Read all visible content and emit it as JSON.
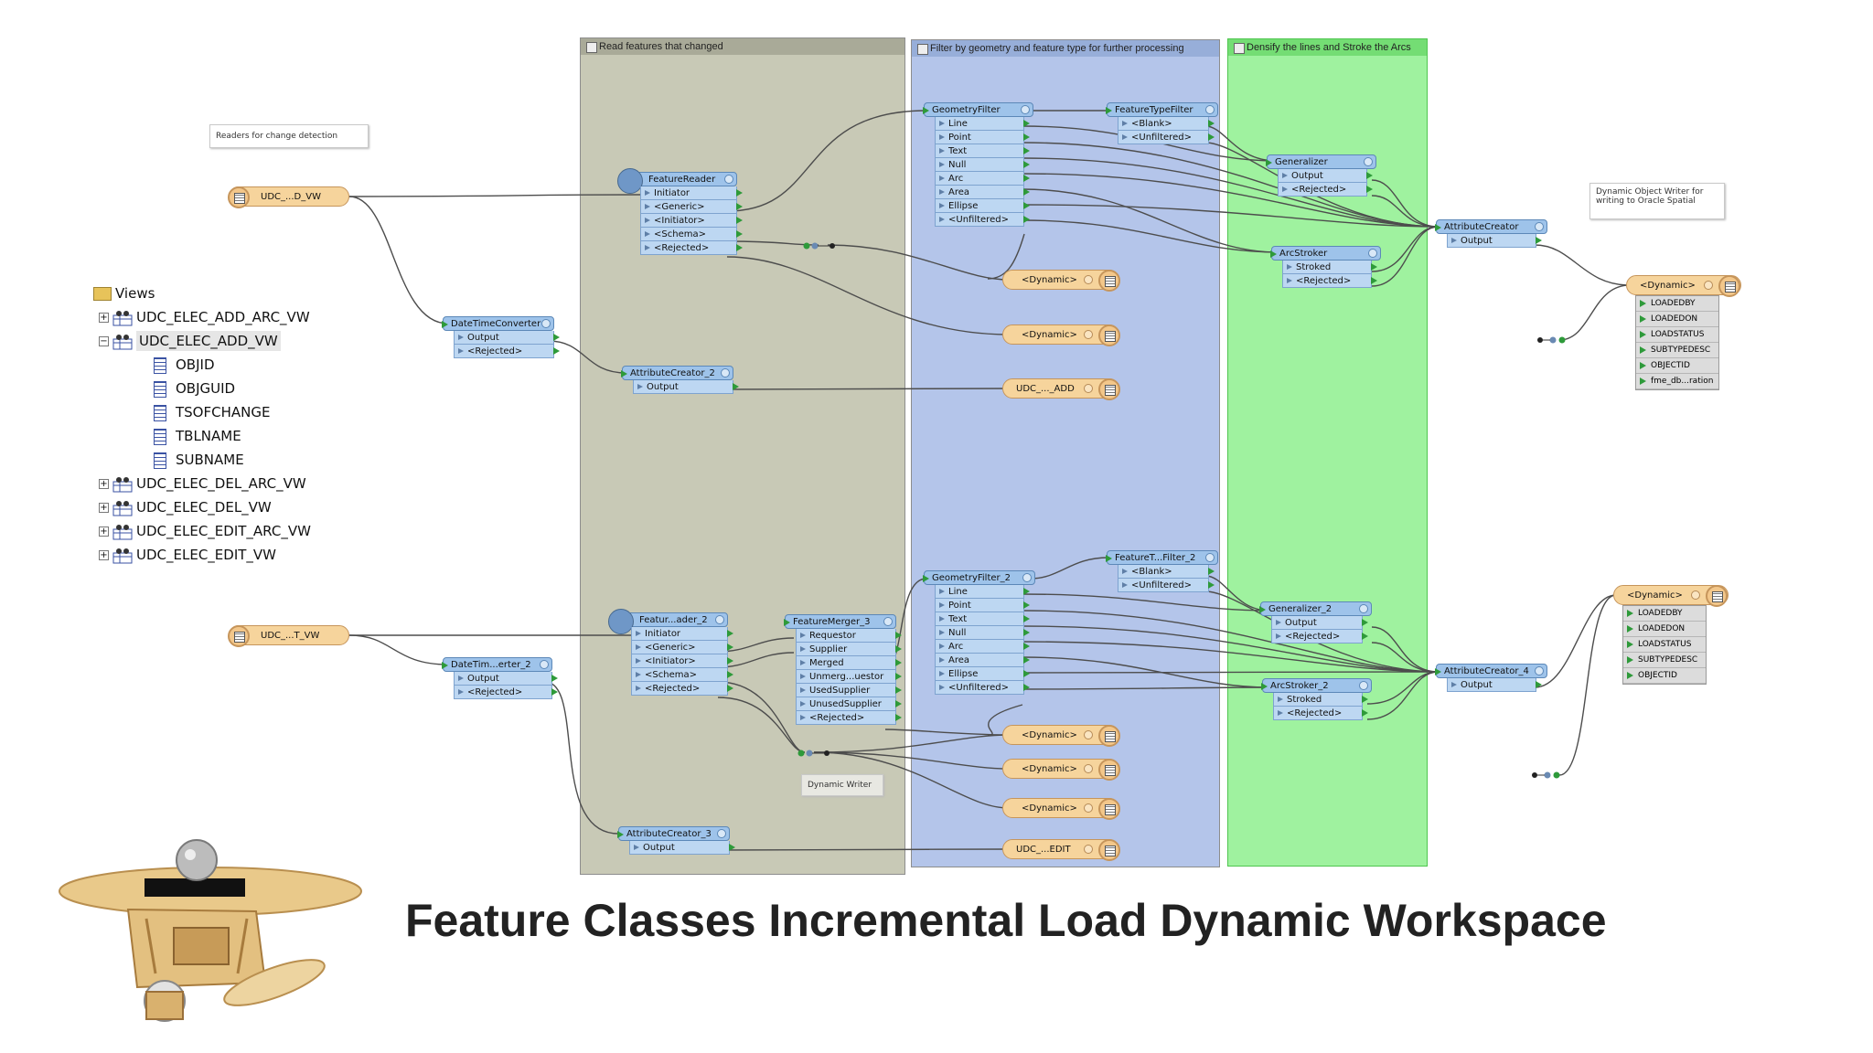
{
  "bookmarks": [
    {
      "title": "Read features that changed",
      "color": "#c8c9b6"
    },
    {
      "title": "Filter by geometry and feature type for further processing",
      "color": "#b4c5ea"
    },
    {
      "title": "Densify the lines and Stroke the Arcs",
      "color": "#9ff29f"
    }
  ],
  "notes": {
    "readers_note": "Readers for change detection",
    "writer_note": "Dynamic Object Writer for writing to Oracle Spatial",
    "dynamic_writer_note": "Dynamic Writer"
  },
  "readers": [
    {
      "label": "UDC_...D_VW"
    },
    {
      "label": "UDC_...T_VW"
    }
  ],
  "tree": {
    "root": "Views",
    "items": [
      {
        "label": "UDC_ELEC_ADD_ARC_VW",
        "toggle": "+"
      },
      {
        "label": "UDC_ELEC_ADD_VW",
        "toggle": "−",
        "selected": true
      },
      {
        "label": "OBJID",
        "field": true
      },
      {
        "label": "OBJGUID",
        "field": true
      },
      {
        "label": "TSOFCHANGE",
        "field": true
      },
      {
        "label": "TBLNAME",
        "field": true
      },
      {
        "label": "SUBNAME",
        "field": true
      },
      {
        "label": "UDC_ELEC_DEL_ARC_VW",
        "toggle": "+"
      },
      {
        "label": "UDC_ELEC_DEL_VW",
        "toggle": "+"
      },
      {
        "label": "UDC_ELEC_EDIT_ARC_VW",
        "toggle": "+"
      },
      {
        "label": "UDC_ELEC_EDIT_VW",
        "toggle": "+"
      }
    ]
  },
  "transformers": {
    "dtc1": {
      "name": "DateTimeConverter",
      "ports": [
        "Output",
        "<Rejected>"
      ]
    },
    "dtc2": {
      "name": "DateTim...erter_2",
      "ports": [
        "Output",
        "<Rejected>"
      ]
    },
    "fr1": {
      "name": "FeatureReader",
      "ports": [
        "Initiator",
        "<Generic>",
        "<Initiator>",
        "<Schema>",
        "<Rejected>"
      ]
    },
    "fr2": {
      "name": "Featur...ader_2",
      "ports": [
        "Initiator",
        "<Generic>",
        "<Initiator>",
        "<Schema>",
        "<Rejected>"
      ]
    },
    "ac2": {
      "name": "AttributeCreator_2",
      "ports": [
        "Output"
      ]
    },
    "ac3": {
      "name": "AttributeCreator_3",
      "ports": [
        "Output"
      ]
    },
    "fm3": {
      "name": "FeatureMerger_3",
      "ports": [
        "Requestor",
        "Supplier",
        "Merged",
        "Unmerg...uestor",
        "UsedSupplier",
        "UnusedSupplier",
        "<Rejected>"
      ]
    },
    "gf1": {
      "name": "GeometryFilter",
      "ports": [
        "Line",
        "Point",
        "Text",
        "Null",
        "Arc",
        "Area",
        "Ellipse",
        "<Unfiltered>"
      ]
    },
    "gf2": {
      "name": "GeometryFilter_2",
      "ports": [
        "Line",
        "Point",
        "Text",
        "Null",
        "Arc",
        "Area",
        "Ellipse",
        "<Unfiltered>"
      ]
    },
    "ftf1": {
      "name": "FeatureTypeFilter",
      "ports": [
        "<Blank>",
        "<Unfiltered>"
      ]
    },
    "ftf2": {
      "name": "FeatureT...Filter_2",
      "ports": [
        "<Blank>",
        "<Unfiltered>"
      ]
    },
    "gen1": {
      "name": "Generalizer",
      "ports": [
        "Output",
        "<Rejected>"
      ]
    },
    "gen2": {
      "name": "Generalizer_2",
      "ports": [
        "Output",
        "<Rejected>"
      ]
    },
    "as1": {
      "name": "ArcStroker",
      "ports": [
        "Stroked",
        "<Rejected>"
      ]
    },
    "as2": {
      "name": "ArcStroker_2",
      "ports": [
        "Stroked",
        "<Rejected>"
      ]
    },
    "ac1": {
      "name": "AttributeCreator",
      "ports": [
        "Output"
      ]
    },
    "ac4": {
      "name": "AttributeCreator_4",
      "ports": [
        "Output"
      ]
    }
  },
  "writers": {
    "w_dyn1": "<Dynamic>",
    "w_dyn2": "<Dynamic>",
    "w_add": "UDC_..._ADD",
    "w_dyn3": "<Dynamic>",
    "w_dyn4": "<Dynamic>",
    "w_dyn5": "<Dynamic>",
    "w_edit": "UDC_...EDIT"
  },
  "main_writers": [
    {
      "label": "<Dynamic>",
      "attributes": [
        "LOADEDBY",
        "LOADEDON",
        "LOADSTATUS",
        "SUBTYPEDESC",
        "OBJECTID",
        "fme_db...ration"
      ]
    },
    {
      "label": "<Dynamic>",
      "attributes": [
        "LOADEDBY",
        "LOADEDON",
        "LOADSTATUS",
        "SUBTYPEDESC",
        "OBJECTID"
      ]
    }
  ],
  "slide_title": "Feature Classes Incremental Load Dynamic Workspace",
  "colors": {
    "transformer": "#9ec3ea",
    "writer": "#f6d49c",
    "connection": "#4d4d4d",
    "port_arrow": "#2e9a3a"
  }
}
